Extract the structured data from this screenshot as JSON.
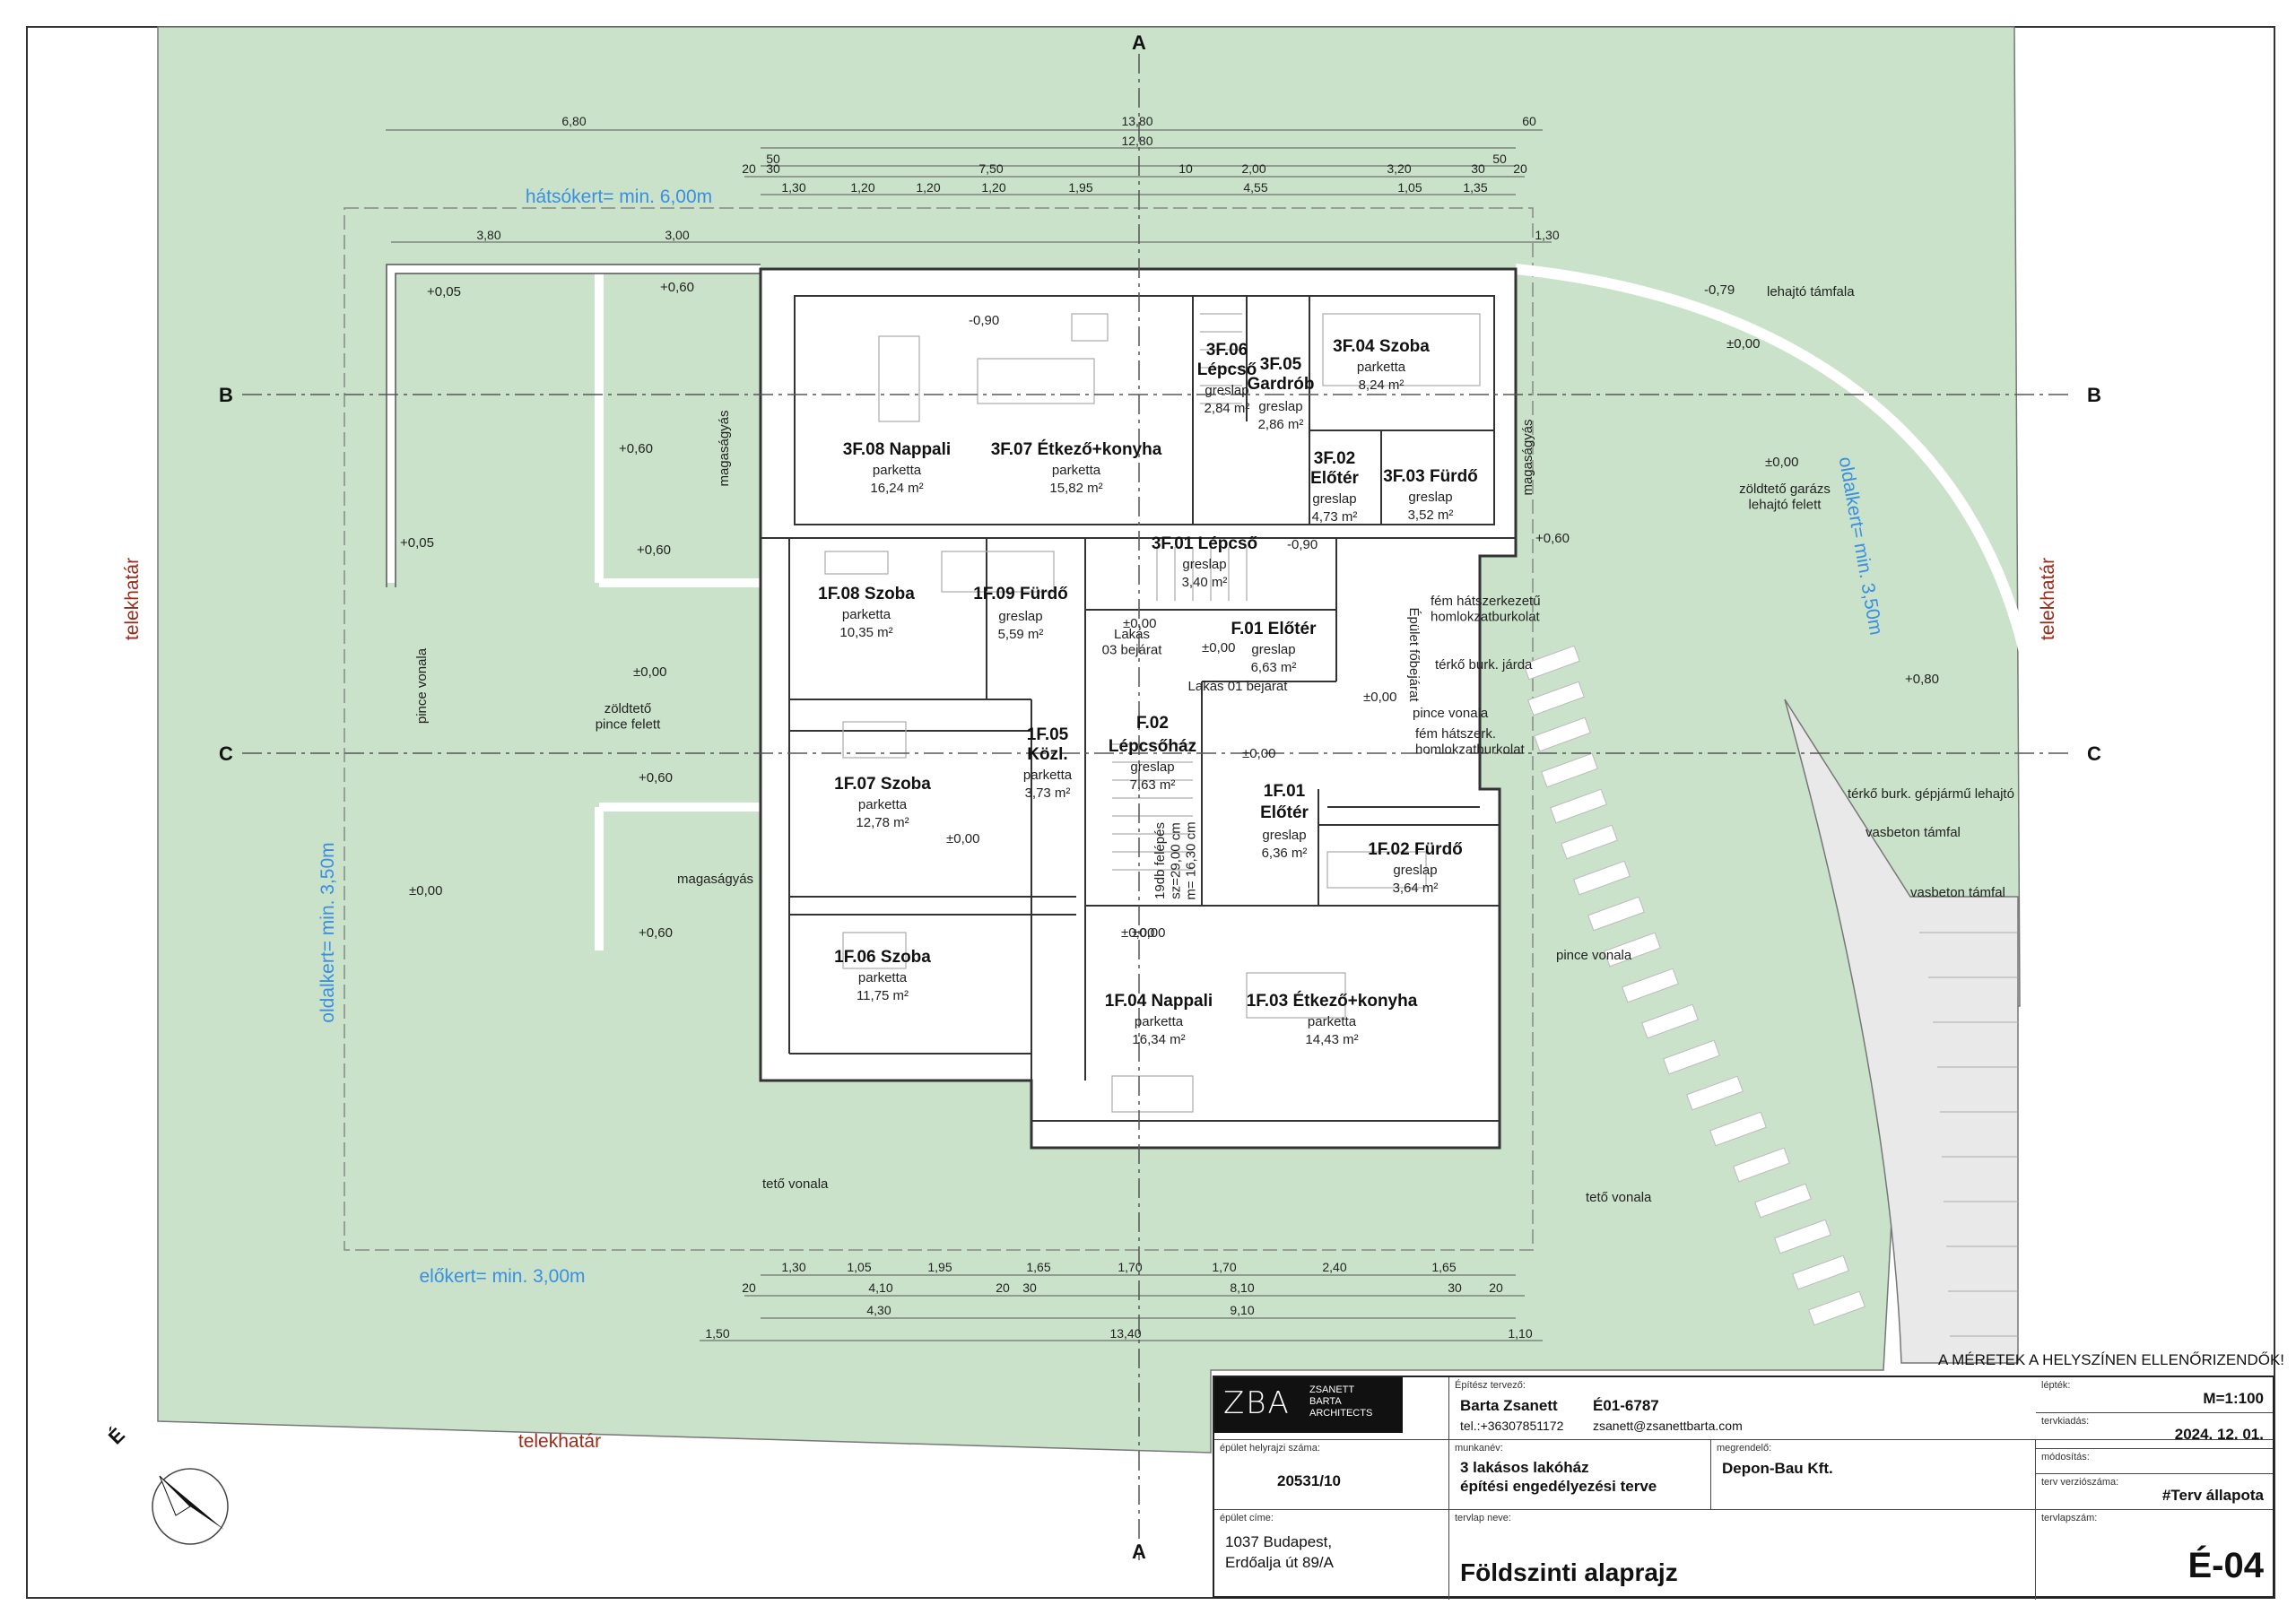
{
  "rooms": {
    "r3f08": {
      "name": "3F.08 Nappali",
      "floor": "parketta",
      "area": "16,24 m²"
    },
    "r3f07": {
      "name": "3F.07 Étkező+konyha",
      "floor": "parketta",
      "area": "15,82 m²"
    },
    "r3f06": {
      "name1": "3F.06",
      "name2": "Lépcső",
      "floor": "greslap",
      "area": "2,84 m²"
    },
    "r3f05": {
      "name1": "3F.05",
      "name2": "Gardrób",
      "floor": "greslap",
      "area": "2,86 m²"
    },
    "r3f04": {
      "name": "3F.04 Szoba",
      "floor": "parketta",
      "area": "8,24 m²"
    },
    "r3f02": {
      "name1": "3F.02",
      "name2": "Előtér",
      "floor": "greslap",
      "area": "4,73 m²"
    },
    "r3f03": {
      "name": "3F.03 Fürdő",
      "floor": "greslap",
      "area": "3,52 m²"
    },
    "r3f01": {
      "name": "3F.01 Lépcső",
      "floor": "greslap",
      "area": "3,40 m²"
    },
    "r1f08": {
      "name": "1F.08 Szoba",
      "floor": "parketta",
      "area": "10,35 m²"
    },
    "r1f09": {
      "name": "1F.09 Fürdő",
      "floor": "greslap",
      "area": "5,59 m²"
    },
    "rf01a": {
      "name": "F.01 Előtér",
      "floor": "greslap",
      "area": "6,63 m²"
    },
    "r1f05": {
      "name1": "1F.05",
      "name2": "Közl.",
      "floor": "parketta",
      "area": "3,73 m²"
    },
    "rf02": {
      "name1": "F.02",
      "name2": "Lépcsőház",
      "floor": "greslap",
      "area": "7,63 m²"
    },
    "r1f07": {
      "name": "1F.07 Szoba",
      "floor": "parketta",
      "area": "12,78 m²"
    },
    "r1f01": {
      "name1": "1F.01",
      "name2": "Előtér",
      "floor": "greslap",
      "area": "6,36 m²"
    },
    "r1f02": {
      "name": "1F.02 Fürdő",
      "floor": "greslap",
      "area": "3,64 m²"
    },
    "r1f06": {
      "name": "1F.06 Szoba",
      "floor": "parketta",
      "area": "11,75 m²"
    },
    "r1f04": {
      "name": "1F.04 Nappali",
      "floor": "parketta",
      "area": "16,34 m²"
    },
    "r1f03": {
      "name": "1F.03 Étkező+konyha",
      "floor": "parketta",
      "area": "14,43 m²"
    }
  },
  "labels": {
    "hatsokert": "hátsókert= min. 6,00m",
    "elokert": "előkert= min. 3,00m",
    "oldalkert_left": "oldalkert= min. 3,50m",
    "oldalkert_right": "oldalkert= min. 3,50m",
    "telekhatar": "telekhatár",
    "north": "É",
    "warning": "A MÉRETEK A HELYSZÍNEN ELLENŐRIZENDŐK!",
    "pince_vonala": "pince vonala",
    "teto_vonala": "tető vonala",
    "zoldteto_pince": "zöldtető\npince felett",
    "zoldteto_garazs": "zöldtető garázs\nlehajtó felett",
    "magasagyas": "magaságyás",
    "lehajto_tamfala": "lehajtó támfala",
    "fem_hatszerk1": "fém hátszerkezetű\nhomlokzatburkolat",
    "fem_hatszerk2": "fém hátszerk.\nhomlokzatburkolat",
    "terko_jarda": "térkő burk. járda",
    "terko_lehajto": "térkő burk. gépjármű lehajtó",
    "vasbeton": "vasbeton támfal",
    "lakas03": "Lakás\n03 bejárat",
    "lakas01": "Lakás 01 bejárat",
    "epulet_fobejarat": "Épület főbejárat",
    "lepcso_info": "19db felépés\nsz=29,00 cm\nm= 16,30 cm",
    "pince_vonala2": "pince vonala"
  },
  "levels": [
    "+0,05",
    "+0,60",
    "+0,60",
    "+0,05",
    "+0,60",
    "±0,00",
    "+0,60",
    "±0,00",
    "+0,60",
    "-0,90",
    "-0,79",
    "±0,00",
    "±0,00",
    "+0,80",
    "±0,00",
    "±0,00",
    "±0,00",
    "-0,90",
    "±0,00",
    "±0,00",
    "±0,00",
    "+0,60",
    "±0,00"
  ],
  "dims": {
    "top1": [
      "6,80",
      "13,80",
      "60"
    ],
    "top2": [
      "12,80"
    ],
    "top3": [
      "50",
      "50"
    ],
    "top4": [
      "20",
      "30",
      "7,50",
      "10",
      "2,00",
      "3,20",
      "30",
      "20"
    ],
    "top5": [
      "1,30",
      "1,20",
      "1,20",
      "1,20",
      "1,95",
      "4,55",
      "1,05",
      "1,35"
    ],
    "top6": [
      "3,80",
      "3,00",
      "1,30"
    ],
    "bot1": [
      "1,30",
      "1,05",
      "1,95",
      "1,65",
      "1,70",
      "1,70",
      "2,40",
      "1,65"
    ],
    "bot2": [
      "20",
      "4,10",
      "20",
      "30",
      "8,10",
      "30",
      "20"
    ],
    "bot3": [
      "4,30",
      "9,10"
    ],
    "bot4": [
      "1,50",
      "13,40",
      "1,10"
    ]
  },
  "sections": [
    "A",
    "A",
    "B",
    "B",
    "C",
    "C"
  ],
  "titleblock": {
    "logo_text": "ZBA",
    "logo_small": [
      "ZSANETT",
      "BARTA",
      "ARCHITECTS"
    ],
    "tervezo_cap": "Építész tervező:",
    "tervezo_name": "Barta Zsanett",
    "tervezo_id": "É01-6787",
    "tel": "tel.:+36307851172",
    "email": "zsanett@zsanettbarta.com",
    "helyrajzi_cap": "épület helyrajzi száma:",
    "helyrajzi": "20531/10",
    "munkanev_cap": "munkanév:",
    "munkanev": "3 lakásos lakóház\népítési engedélyezési terve",
    "megrendelo_cap": "megrendelő:",
    "megrendelo": "Depon-Bau Kft.",
    "cim_cap": "épület címe:",
    "cim": "1037 Budapest,\nErdőalja út 89/A",
    "lapnev_cap": "tervlap neve:",
    "lapnev": "Földszinti alaprajz",
    "lepték_cap": "lépték:",
    "lepték": "M=1:100",
    "kiadas_cap": "tervkiadás:",
    "kiadas": "2024. 12. 01.",
    "modositas_cap": "módosítás:",
    "verzio_cap": "terv verziószáma:",
    "verzio": "#Terv állapota",
    "lapszam_cap": "tervlapszám:",
    "lapszam": "É-04"
  },
  "colors": {
    "garden": "#c9e2c9",
    "wall": "#ffffff",
    "blue": "#3a8fe0",
    "red": "#9a2a1a"
  }
}
